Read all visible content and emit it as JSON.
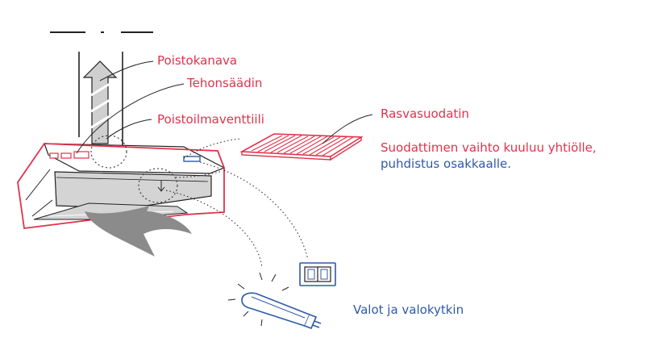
{
  "labels": {
    "poistokanava": "Poistokanava",
    "tehonsaadin": "Tehonsäädin",
    "poistoilmaventtiili": "Poistoilmaventtiili",
    "rasvasuodatin": "Rasvasuodatin",
    "suodatin_line1": "Suodattimen vaihto kuuluu yhtiölle,",
    "suodatin_line2": "puhdistus osakkaalle.",
    "valot": "Valot ja valokytkin"
  },
  "colors": {
    "accent_red": "#e0324b",
    "accent_blue": "#2e5aa8",
    "line_dark": "#222222",
    "fill_gray": "#d4d4d4"
  }
}
